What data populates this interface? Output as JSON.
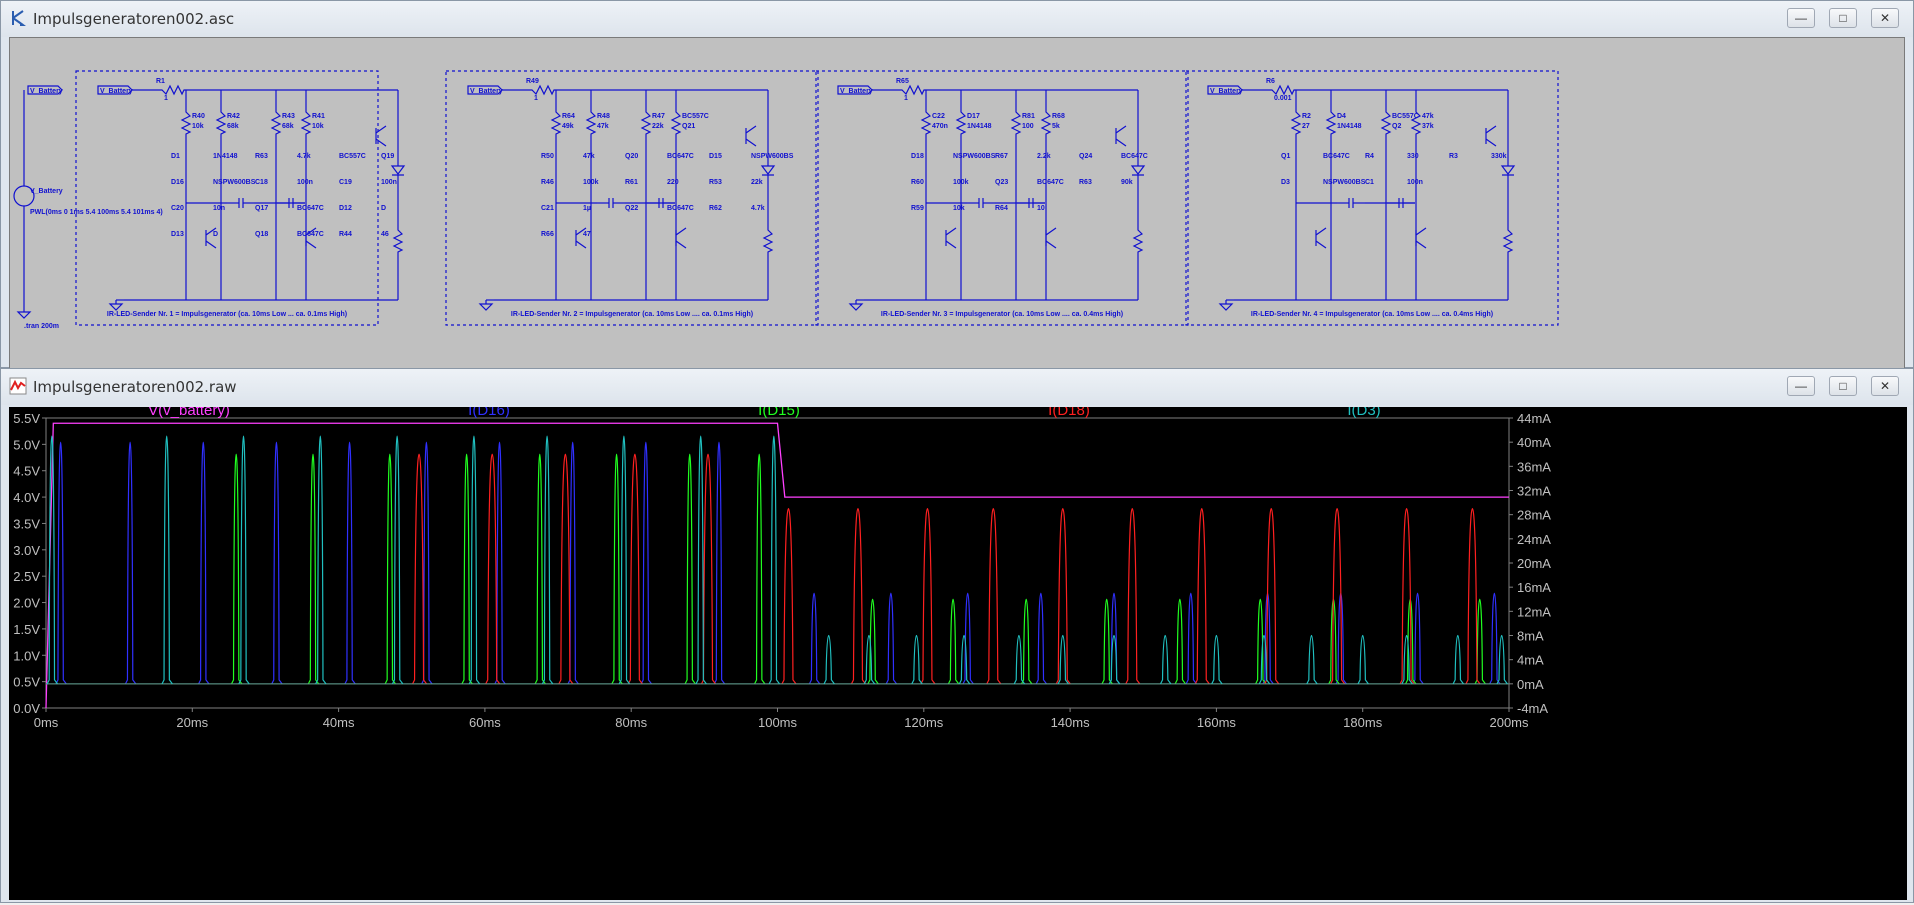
{
  "schematic_window": {
    "title": "Impulsgeneratoren002.asc",
    "buttons": {
      "minimize": "—",
      "maximize": "□",
      "close": "✕"
    },
    "source": {
      "label": "V_Battery",
      "name": "V_Battery",
      "value": "PWL(0ms 0 1ms 5.4 100ms 5.4 101ms 4)",
      "directive": ".tran 200m"
    },
    "circuits": [
      {
        "caption": "IR-LED-Sender Nr. 1 = Impulsgenerator (ca. 10ms Low ... ca. 0.1ms High)",
        "labels": [
          "V_Battery",
          "R1",
          "1",
          "R40",
          "10k",
          "R42",
          "68k",
          "R43",
          "68k",
          "R41",
          "10k",
          "D1",
          "1N4148",
          "R63",
          "4.7k",
          "BC557C",
          "Q19",
          "D16",
          "NSPW600BS",
          "C18",
          "100n",
          "C19",
          "100n",
          "C20",
          "10n",
          "Q17",
          "BC647C",
          "D12",
          "D",
          "D13",
          "D",
          "Q18",
          "BC647C",
          "R44",
          "46"
        ]
      },
      {
        "caption": "IR-LED-Sender Nr. 2 = Impulsgenerator (ca. 10ms Low .... ca. 0.1ms High)",
        "labels": [
          "V_Battery",
          "R49",
          "1",
          "R64",
          "49k",
          "R48",
          "47k",
          "R47",
          "22k",
          "BC557C",
          "Q21",
          "R50",
          "47k",
          "Q20",
          "BC647C",
          "D15",
          "NSPW600BS",
          "R46",
          "100k",
          "R61",
          "220",
          "R53",
          "22k",
          "C21",
          "1µ",
          "Q22",
          "BC647C",
          "R62",
          "4.7k",
          "R66",
          "47"
        ]
      },
      {
        "caption": "IR-LED-Sender Nr. 3 = Impulsgenerator (ca. 10ms Low .... ca. 0.4ms High)",
        "labels": [
          "V_Battery",
          "R65",
          "1",
          "C22",
          "470n",
          "D17",
          "1N4148",
          "R81",
          "100",
          "R68",
          "5k",
          "D18",
          "NSPW600BS",
          "R67",
          "2.2k",
          "Q24",
          "BC647C",
          "R60",
          "100k",
          "Q23",
          "BC647C",
          "R63",
          "90k",
          "R59",
          "10k",
          "R64",
          "10"
        ]
      },
      {
        "caption": "IR-LED-Sender Nr. 4 = Impulsgenerator (ca. 10ms Low .... ca. 0.4ms High)",
        "labels": [
          "V_Battery",
          "R6",
          "0.001",
          "R2",
          "27",
          "D4",
          "1N4148",
          "BC557C",
          "Q2",
          "47k",
          "37k",
          "Q1",
          "BC647C",
          "R4",
          "330",
          "R3",
          "330k",
          "D3",
          "NSPW600BS",
          "C1",
          "100n"
        ]
      }
    ]
  },
  "plot_window": {
    "title": "Impulsgeneratoren002.raw",
    "buttons": {
      "minimize": "—",
      "maximize": "□",
      "close": "✕"
    }
  },
  "chart_data": {
    "type": "line",
    "title": "",
    "xlabel": "",
    "ylabel": "",
    "x_range_ms": [
      0,
      200
    ],
    "x_ticks": [
      "0ms",
      "20ms",
      "40ms",
      "60ms",
      "80ms",
      "100ms",
      "120ms",
      "140ms",
      "160ms",
      "180ms",
      "200ms"
    ],
    "y_left_range_V": [
      0.0,
      5.5
    ],
    "y_left_ticks": [
      "0.0V",
      "0.5V",
      "1.0V",
      "1.5V",
      "2.0V",
      "2.5V",
      "3.0V",
      "3.5V",
      "4.0V",
      "4.5V",
      "5.0V",
      "5.5V"
    ],
    "y_right_range_mA": [
      -4,
      44
    ],
    "y_right_ticks": [
      "-4mA",
      "0mA",
      "4mA",
      "8mA",
      "12mA",
      "16mA",
      "20mA",
      "24mA",
      "28mA",
      "32mA",
      "36mA",
      "40mA",
      "44mA"
    ],
    "grid": false,
    "series": [
      {
        "name": "V(v_battery)",
        "color": "#ff40ff",
        "axis": "left",
        "kind": "pwl",
        "points": [
          [
            0,
            0
          ],
          [
            1,
            5.4
          ],
          [
            100,
            5.4
          ],
          [
            101,
            4.0
          ],
          [
            200,
            4.0
          ]
        ]
      },
      {
        "name": "I(D16)",
        "color": "#3030ff",
        "axis": "right",
        "kind": "pulses",
        "width_ms": 0.4,
        "peaks_mA": {
          "before_100ms": 40,
          "after_100ms": 15
        },
        "times_ms": [
          2,
          11.5,
          21.5,
          31.5,
          41.5,
          52,
          62,
          72,
          82,
          92,
          105,
          115.5,
          126,
          136,
          146,
          156.5,
          167,
          177,
          187.5,
          198
        ]
      },
      {
        "name": "I(D15)",
        "color": "#20ff20",
        "axis": "right",
        "kind": "pulses",
        "width_ms": 0.4,
        "peaks_mA": {
          "before_100ms": 38,
          "after_100ms": 14
        },
        "times_ms": [
          26,
          36.5,
          47,
          57.5,
          67.5,
          78,
          88,
          97.5,
          113,
          124,
          134,
          145,
          155,
          166,
          176,
          186.5,
          196
        ]
      },
      {
        "name": "I(D18)",
        "color": "#ff2020",
        "axis": "right",
        "kind": "pulses",
        "width_ms": 0.9,
        "peaks_mA": {
          "before_100ms": 38,
          "after_100ms": 29
        },
        "times_ms": [
          51,
          61,
          71,
          80.5,
          90.5,
          101.5,
          111,
          120.5,
          129.5,
          139,
          148.5,
          158,
          167.5,
          176.5,
          186,
          195
        ]
      },
      {
        "name": "I(D3)",
        "color": "#20c0c0",
        "axis": "right",
        "kind": "pulses",
        "width_ms": 0.4,
        "peaks_mA": {
          "before_100ms": 41,
          "after_100ms": 8
        },
        "times_ms": [
          0.8,
          16.5,
          27,
          37.5,
          48,
          58.5,
          68.5,
          79,
          89.5,
          99.5,
          107,
          112.5,
          119,
          125.5,
          133,
          139,
          146,
          153,
          160,
          166.5,
          173,
          180,
          186,
          193,
          199
        ]
      }
    ]
  }
}
